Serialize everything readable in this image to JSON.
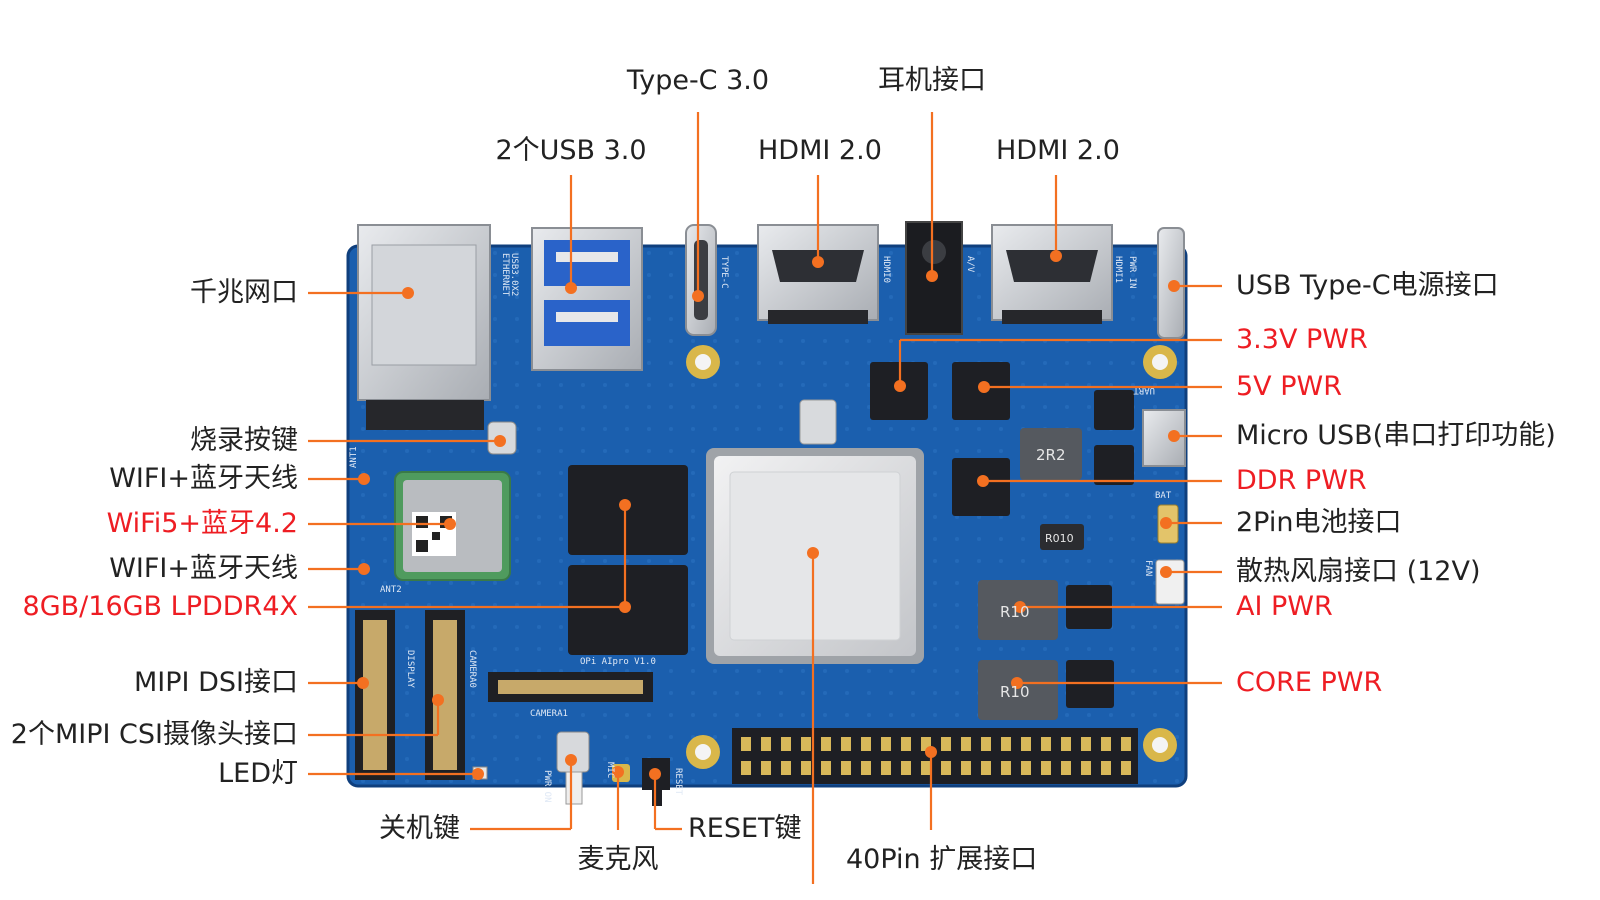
{
  "board_silkscreen": {
    "ethernet": "ETHERNET",
    "usb": "USB3.0X2",
    "typec": "TYPE-C",
    "hdmi0": "HDMI0",
    "av": "A/V",
    "hdmi1": "HDMI1",
    "pwr_in": "PWR IN",
    "uart": "UART",
    "bat": "BAT",
    "fan": "FAN",
    "ant1": "ANT1",
    "ant2": "ANT2",
    "display": "DISPLAY",
    "camera0": "CAMERA0",
    "camera1": "CAMERA1",
    "model": "OPi AIpro V1.0",
    "mic": "MIC",
    "reset": "RESET",
    "pwr_on": "PWR ON",
    "inductor_2r2": "2R2",
    "inductor_r10a": "R10",
    "inductor_r10b": "R10",
    "resistor_r010": "R010"
  },
  "callouts": {
    "typec30": "Type-C 3.0",
    "earphone": "耳机接口",
    "usb30x2": "2个USB 3.0",
    "hdmi_a": "HDMI 2.0",
    "hdmi_b": "HDMI 2.0",
    "gigabit_eth": "千兆网口",
    "flash_button": "烧录按键",
    "wifi_ant_1": "WIFI+蓝牙天线",
    "wifi5_bt": "WiFi5+蓝牙4.2",
    "wifi_ant_2": "WIFI+蓝牙天线",
    "lpddr4x": "8GB/16GB LPDDR4X",
    "mipi_dsi": "MIPI DSI接口",
    "mipi_csi": "2个MIPI CSI摄像头接口",
    "led": "LED灯",
    "power_off_key": "关机键",
    "microphone": "麦克风",
    "reset_key": "RESET键",
    "pin40": "40Pin 扩展接口",
    "usb_typec_power": "USB Type-C电源接口",
    "pwr_3v3": "3.3V PWR",
    "pwr_5v": "5V PWR",
    "micro_usb": "Micro USB(串口打印功能)",
    "ddr_pwr": "DDR PWR",
    "battery_2pin": "2Pin电池接口",
    "fan_12v": "散热风扇接口 (12V)",
    "ai_pwr": "AI PWR",
    "core_pwr": "CORE PWR"
  },
  "colors": {
    "pcb_blue": "#1b5fae",
    "pcb_dark": "#0f3f7d",
    "leader_orange": "#f37021",
    "label_red": "#ee1d23",
    "label_black": "#222222",
    "metal": "#c9ccd1",
    "chip": "#1e1f24"
  }
}
